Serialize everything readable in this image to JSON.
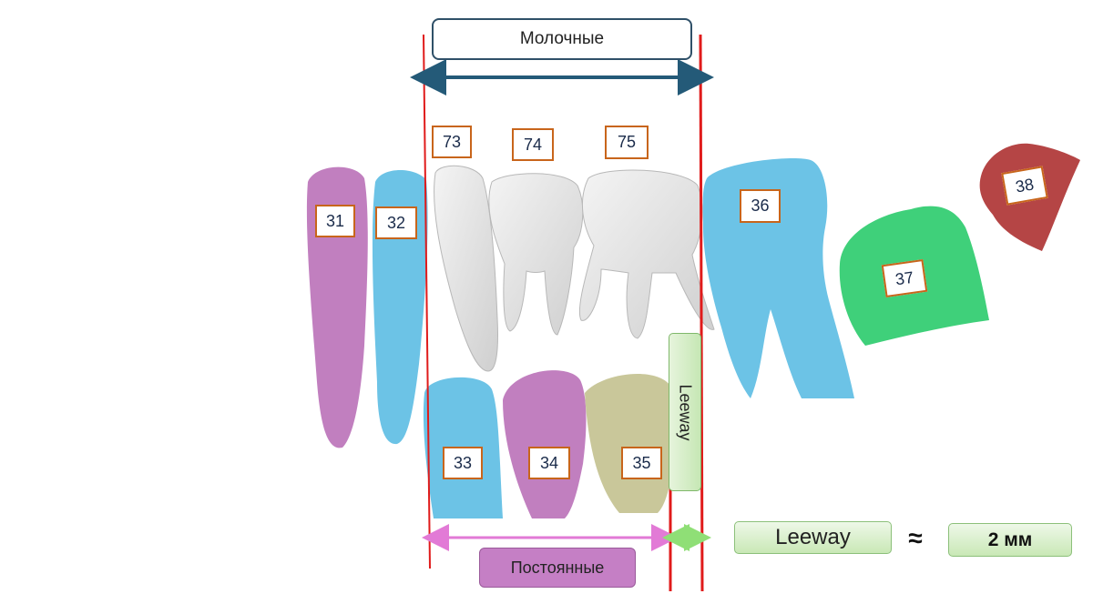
{
  "labels": {
    "primary": "Молочные",
    "permanent": "Постоянные",
    "leeway_vertical": "Leeway",
    "leeway": "Leeway",
    "approx": "≈",
    "amount": "2 мм"
  },
  "teeth": {
    "t31": "31",
    "t32": "32",
    "t33": "33",
    "t34": "34",
    "t35": "35",
    "t36": "36",
    "t37": "37",
    "t38": "38",
    "t73": "73",
    "t74": "74",
    "t75": "75"
  },
  "colors": {
    "purple": "#c17fbf",
    "blue": "#6cc3e6",
    "olive": "#c9c79a",
    "green": "#3fd07a",
    "red": "#b54545",
    "white": "#e8e8e8",
    "red_line": "#e01b1b",
    "navy_arrow": "#245a78",
    "pink_arrow": "#e27ad6",
    "green_arrow": "#8fdf76"
  }
}
